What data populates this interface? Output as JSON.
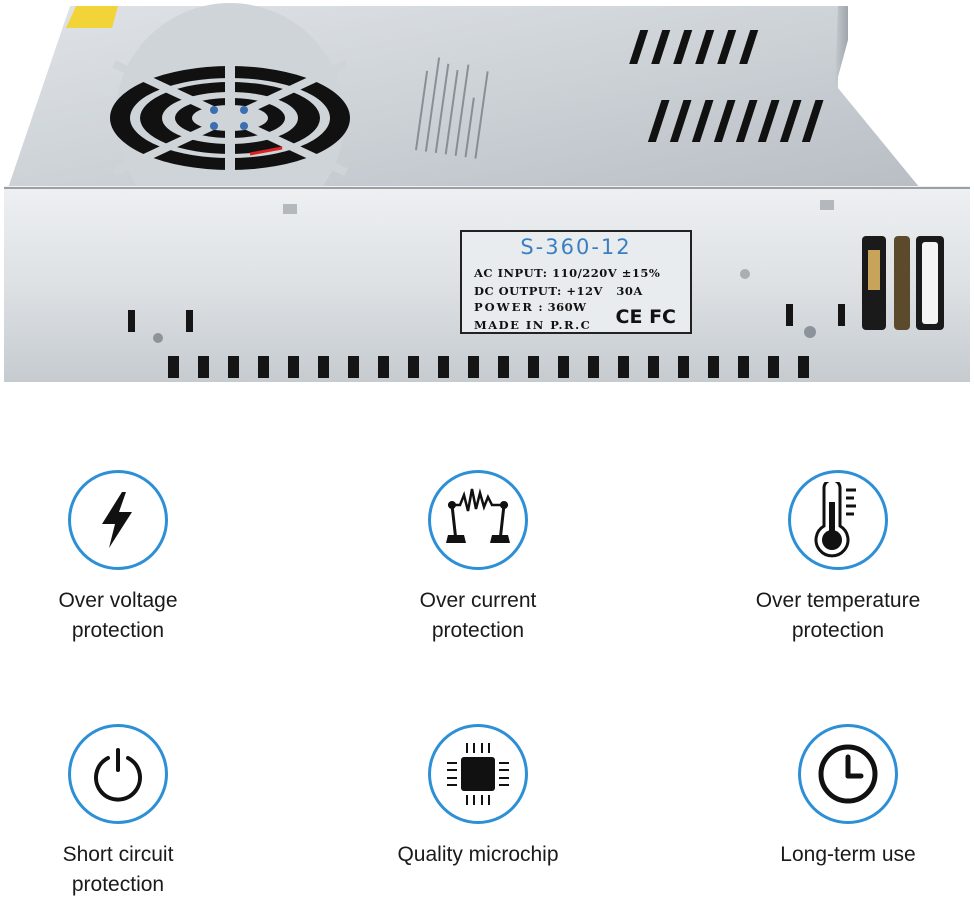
{
  "product": {
    "model": "S-360-12",
    "ac_input_label": "AC INPUT:",
    "ac_input_value": "110/220V ±15%",
    "dc_output_label": "DC OUTPUT:",
    "dc_output_value": "+12V   30A",
    "power_label": "POWER",
    "power_value": ": 360W",
    "made_in": "MADE IN  P.R.C",
    "cert_marks": "CE FC"
  },
  "features": [
    {
      "icon": "lightning-icon",
      "line1": "Over voltage",
      "line2": "protection"
    },
    {
      "icon": "resistor-circuit-icon",
      "line1": "Over current",
      "line2": "protection"
    },
    {
      "icon": "thermometer-icon",
      "line1": "Over temperature",
      "line2": "protection"
    },
    {
      "icon": "power-icon",
      "line1": "Short circuit",
      "line2": "protection"
    },
    {
      "icon": "microchip-icon",
      "line1": "Quality microchip",
      "line2": ""
    },
    {
      "icon": "clock-icon",
      "line1": "Long-term use",
      "line2": ""
    }
  ],
  "colors": {
    "accent_blue": "#2d8fd6",
    "metal_light": "#e4e7ea",
    "metal_dark": "#b9bec4",
    "icon_dark": "#111111"
  }
}
